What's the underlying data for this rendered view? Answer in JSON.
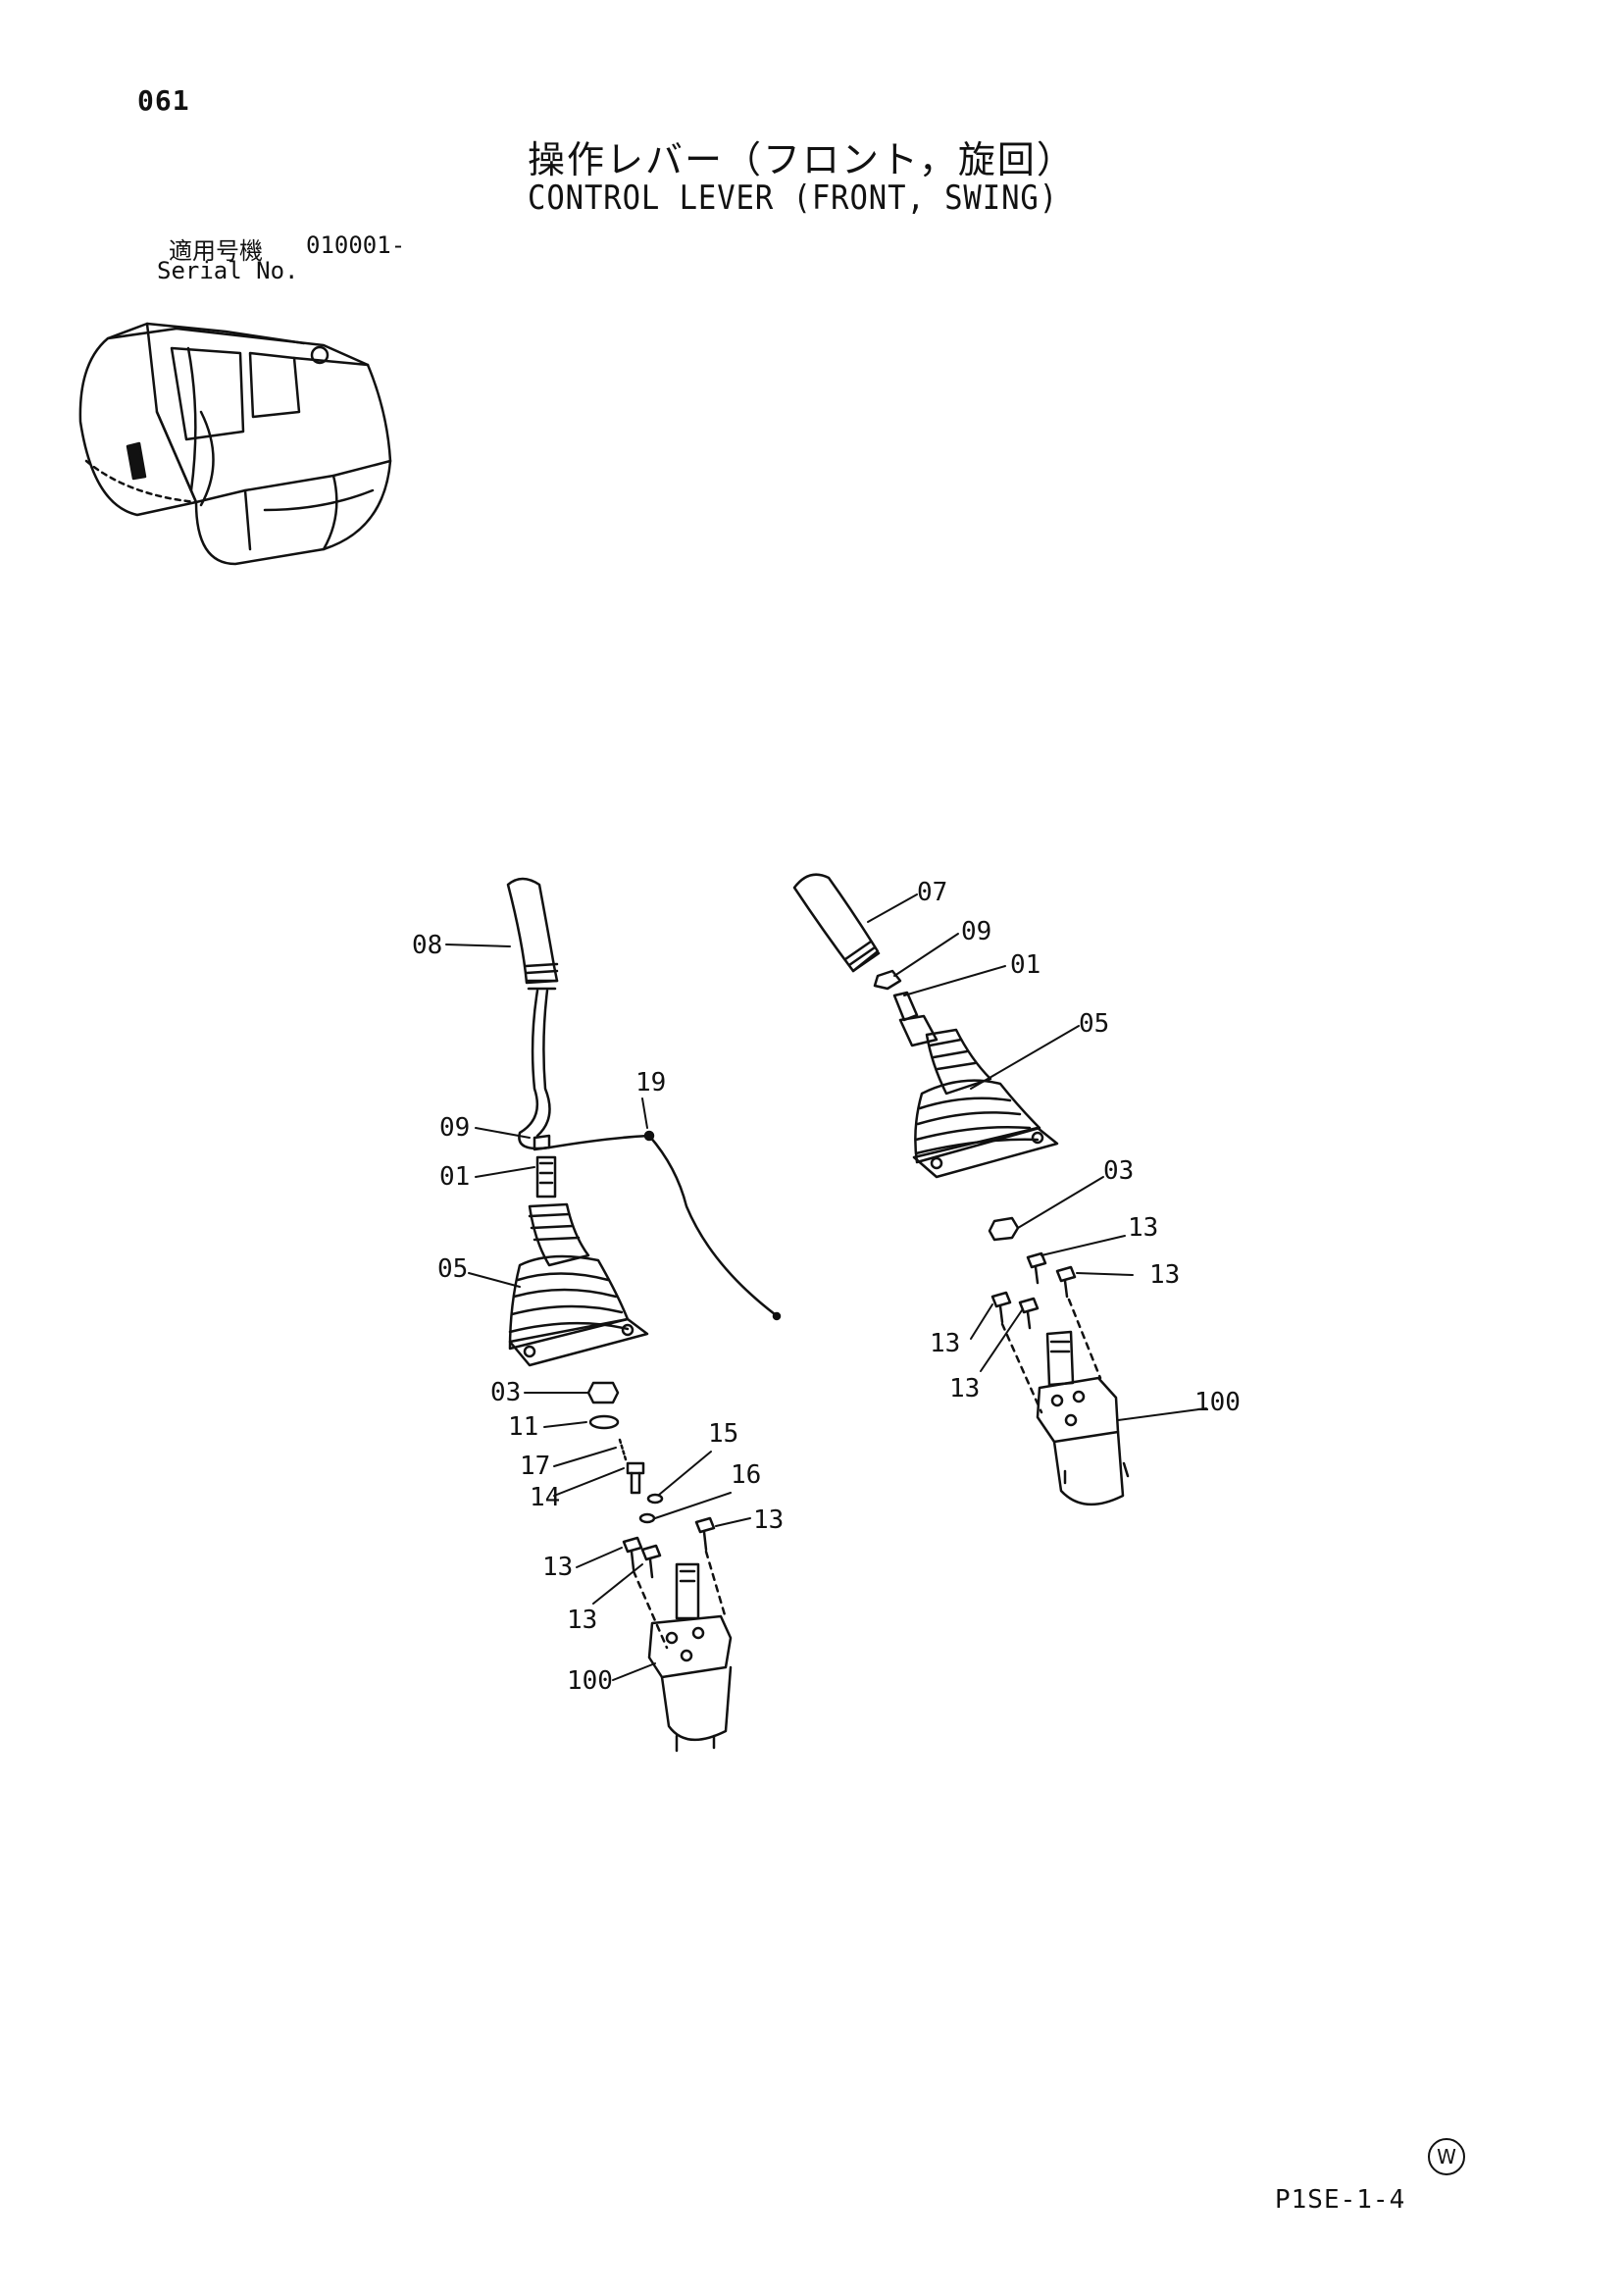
{
  "header": {
    "page_number": "061",
    "title_jp": "操作レバー（フロント，旋回）",
    "title_en": "CONTROL LEVER (FRONT, SWING)",
    "serial_label_jp": "適用号機",
    "serial_from": "010001-",
    "serial_label_en": "Serial No."
  },
  "diagram": {
    "left_assembly_callouts": [
      "08",
      "19",
      "09",
      "01",
      "05",
      "03",
      "11",
      "17",
      "14",
      "15",
      "16",
      "13",
      "13",
      "13",
      "100"
    ],
    "right_assembly_callouts": [
      "07",
      "09",
      "01",
      "05",
      "03",
      "13",
      "13",
      "13",
      "13",
      "100"
    ]
  },
  "footer": {
    "watermark_symbol": "W",
    "sheet_code": "P1SE-1-4"
  }
}
